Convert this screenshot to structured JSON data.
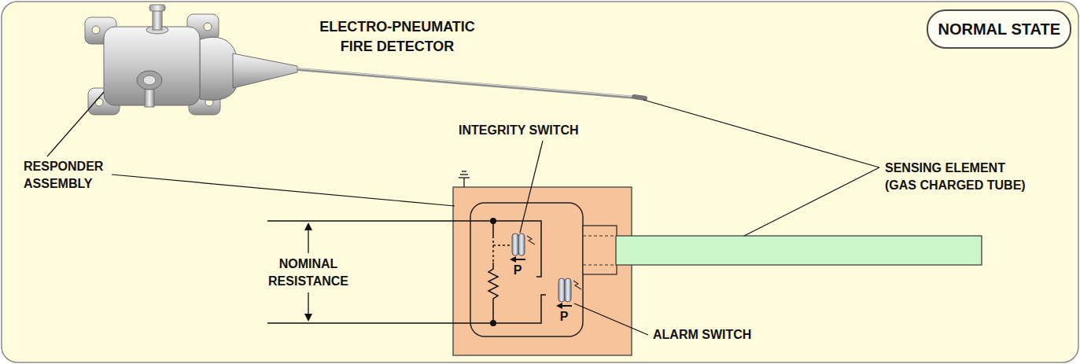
{
  "diagram": {
    "title": "ELECTRO-PNEUMATIC FIRE DETECTOR",
    "nodes": [
      {
        "text": [
          "NORMAL STATE"
        ]
      }
    ],
    "labels": [
      "INTEGRITY SWITCH",
      "RESPONDER ASSEMBLY",
      "SENSING ELEMENT (GAS CHARGED TUBE)",
      "NOMINAL RESISTANCE",
      "P",
      "P",
      "ALARM SWITCH"
    ]
  }
}
